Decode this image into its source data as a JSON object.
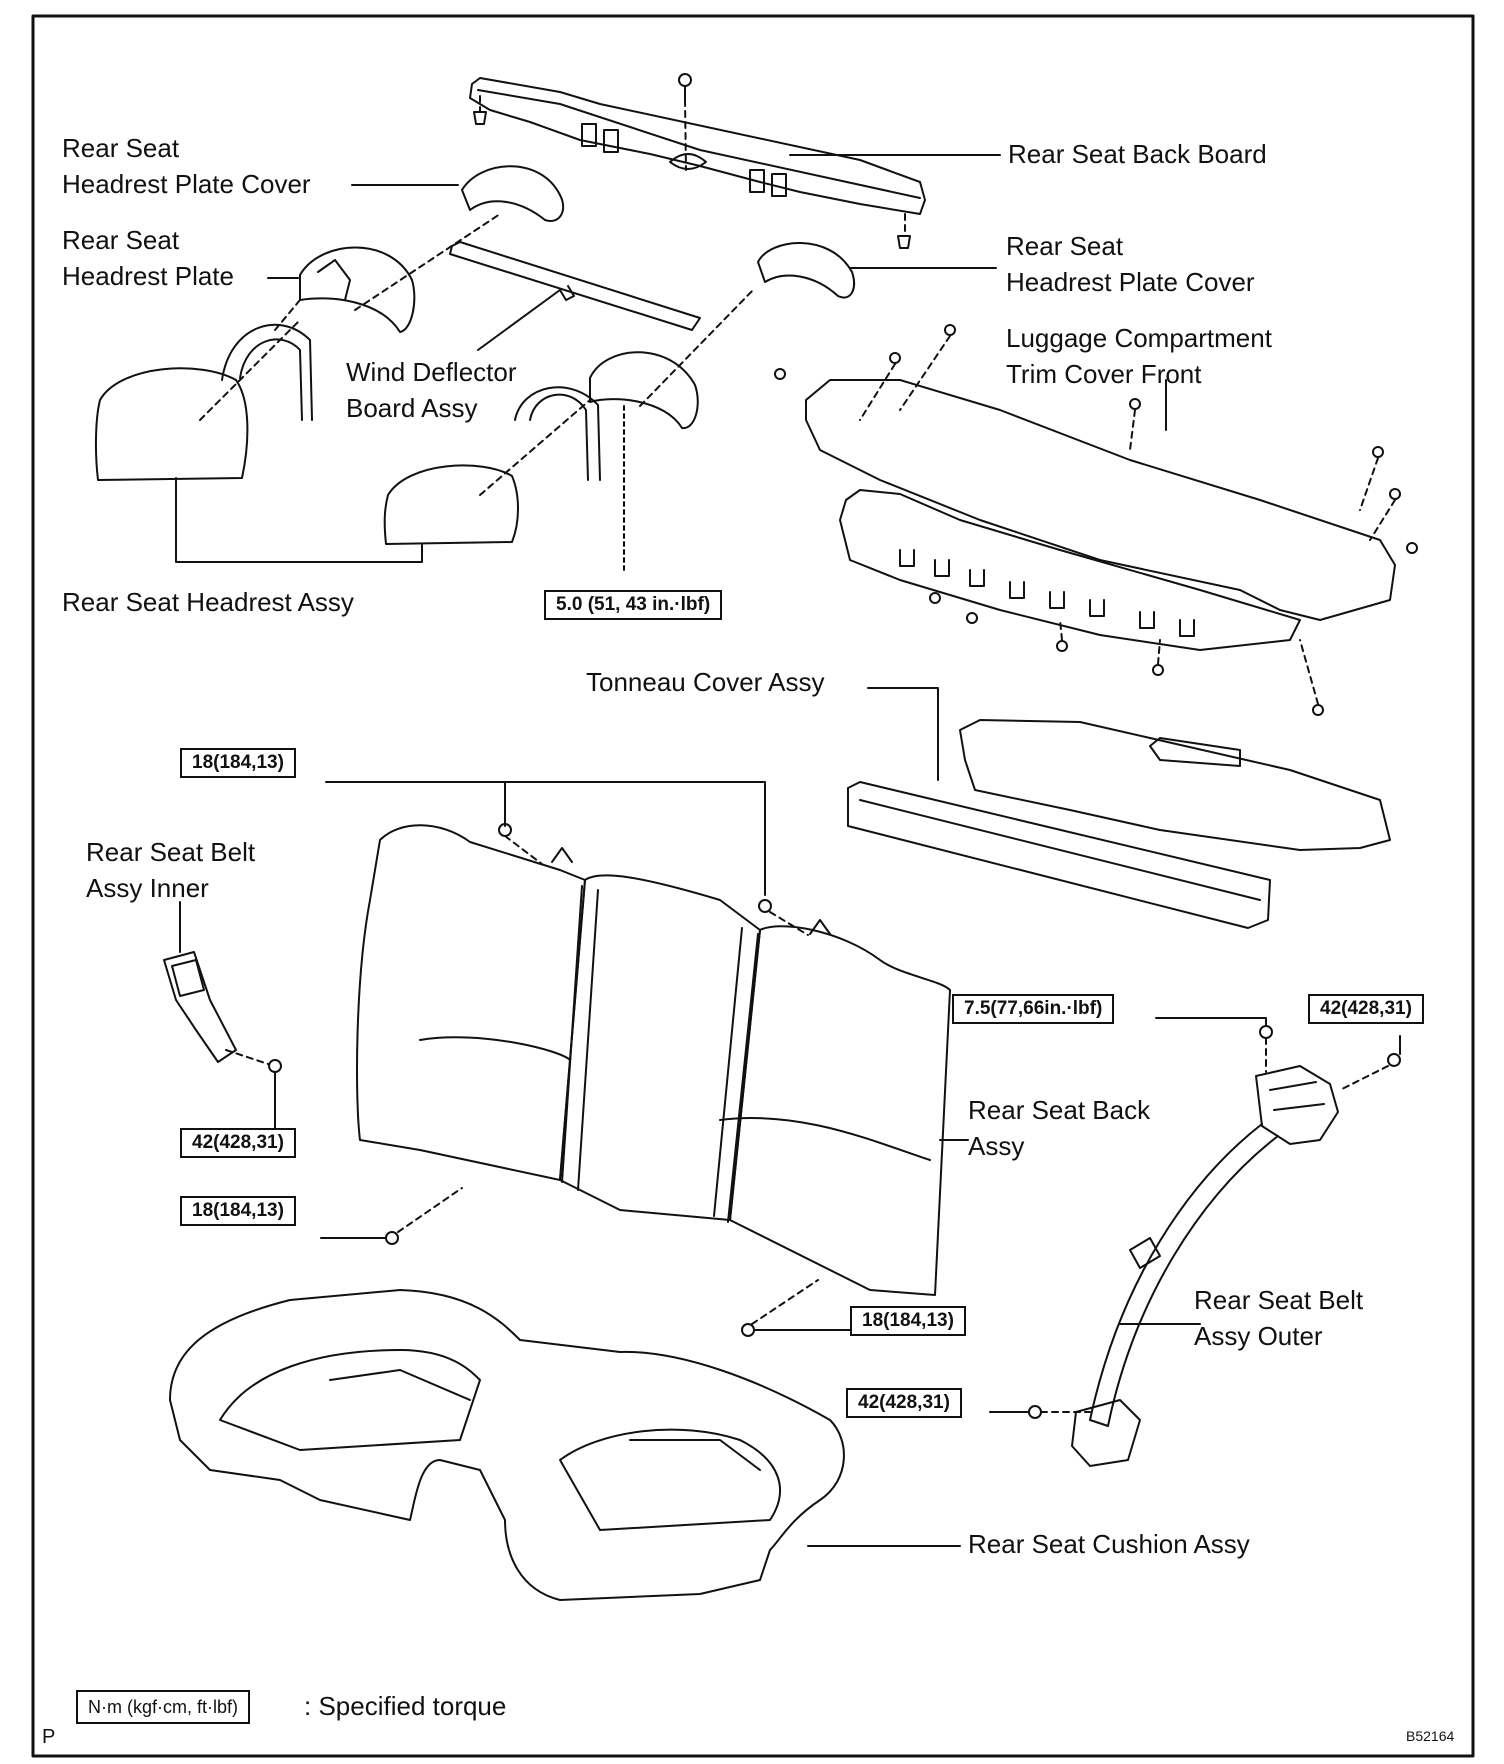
{
  "labels": {
    "rear_seat_back_board": "Rear Seat Back Board",
    "headrest_plate_cover_left_1": "Rear Seat",
    "headrest_plate_cover_left_2": "Headrest Plate Cover",
    "headrest_plate_1": "Rear Seat",
    "headrest_plate_2": "Headrest Plate",
    "headrest_plate_cover_right_1": "Rear Seat",
    "headrest_plate_cover_right_2": "Headrest Plate Cover",
    "luggage_trim_1": "Luggage Compartment",
    "luggage_trim_2": "Trim Cover Front",
    "wind_deflector_1": "Wind Deflector",
    "wind_deflector_2": "Board Assy",
    "headrest_assy": "Rear Seat Headrest Assy",
    "tonneau_cover": "Tonneau Cover Assy",
    "belt_inner_1": "Rear Seat Belt",
    "belt_inner_2": "Assy Inner",
    "seat_back_1": "Rear Seat Back",
    "seat_back_2": "Assy",
    "belt_outer_1": "Rear Seat Belt",
    "belt_outer_2": "Assy Outer",
    "seat_cushion": "Rear Seat Cushion Assy"
  },
  "torques": {
    "headrest": "5.0 (51, 43 in.·lbf)",
    "seat_back_top": "18(184,13)",
    "belt_inner": "42(428,31)",
    "seat_back_lower_left": "18(184,13)",
    "seat_back_lower_right": "18(184,13)",
    "belt_outer_top": "7.5(77,66in.·lbf)",
    "belt_outer_right": "42(428,31)",
    "belt_outer_bottom": "42(428,31)"
  },
  "legend": {
    "unit_box": "N·m (kgf·cm, ft·lbf)",
    "description": ": Specified torque"
  },
  "corner_mark": "P",
  "figure_code": "B52164",
  "colors": {
    "line": "#111111",
    "background": "#ffffff"
  }
}
